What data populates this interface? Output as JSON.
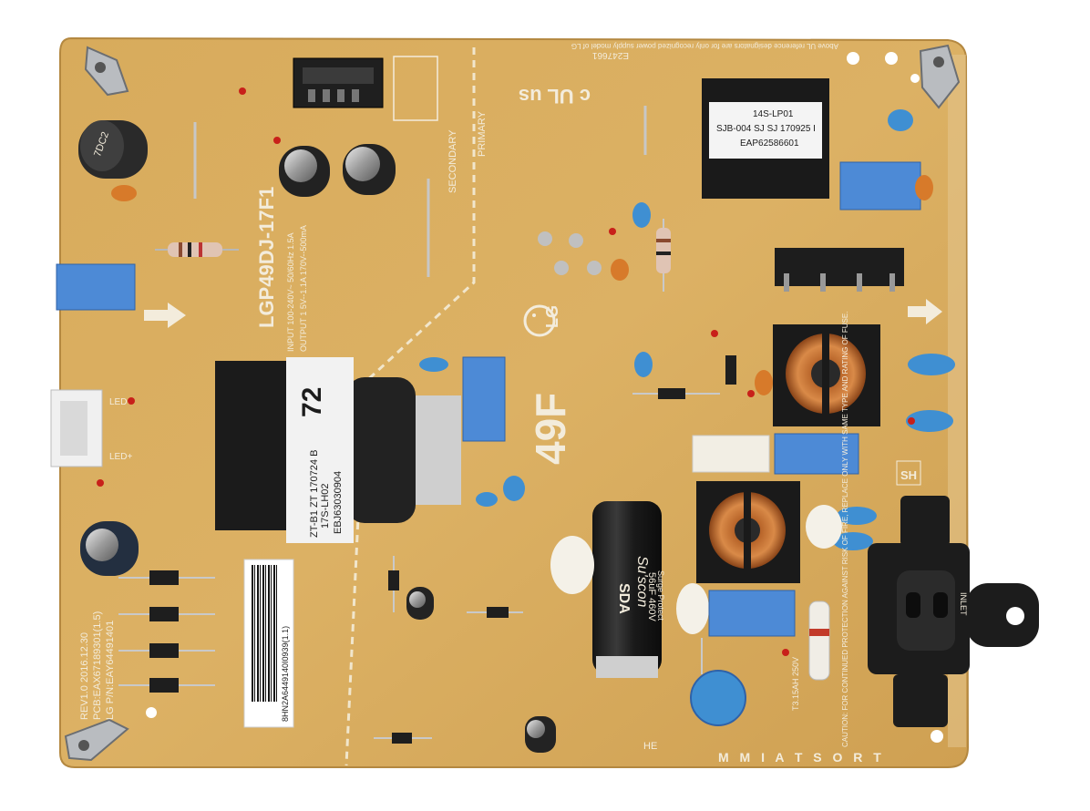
{
  "board": {
    "model": "LGP49DJ-17F1",
    "size_code": "49F",
    "rev": "REV1.0  2016.12.30",
    "pcb": "PCB:EAX67189301(1.5)",
    "lg_pn": "LG P/N:EAY64491401",
    "secondary": "SECONDARY",
    "primary": "PRIMARY",
    "sh": "SH",
    "he": "HE",
    "output_spec": "OUTPUT 1  5V--1.1A  170V--500mA",
    "input_spec": "INPUT  100-240V~ 50/60Hz 1.5A",
    "ul_note": "Above UL reference designators are for only recognized power supply model of LG",
    "caution": "CAUTION: FOR CONTINUED PROTECTION AGAINST RISK OF FIRE, REPLACE ONLY WITH SAME TYPE AND RATING OF FUSE.",
    "bottom_letters": "M M I   A T S O R T"
  },
  "transformer_main": {
    "number": "72",
    "line1": "17S-LH02",
    "line2": "ZT-B1  ZT  170724  B",
    "line3": "EBJ63030904"
  },
  "transformer_top": {
    "line1": "14S-LP01",
    "line2": "SJB-004  SJ  SJ  170925  I",
    "line3": "EAP62586601"
  },
  "barcode_label": "8HN2A6449140I0939(1.1)",
  "big_cap": {
    "brand": "Su'scon",
    "series": "SDA",
    "spec": "56uF 460V",
    "note": "Surge Protect"
  },
  "designators": {
    "ntc": "7DC2",
    "fuse": "T3.15AH 250V",
    "certification": "c UL us",
    "cert_number": "E247661",
    "led_minus": "LED-",
    "led_plus": "LED+",
    "inlet": "INLET"
  }
}
